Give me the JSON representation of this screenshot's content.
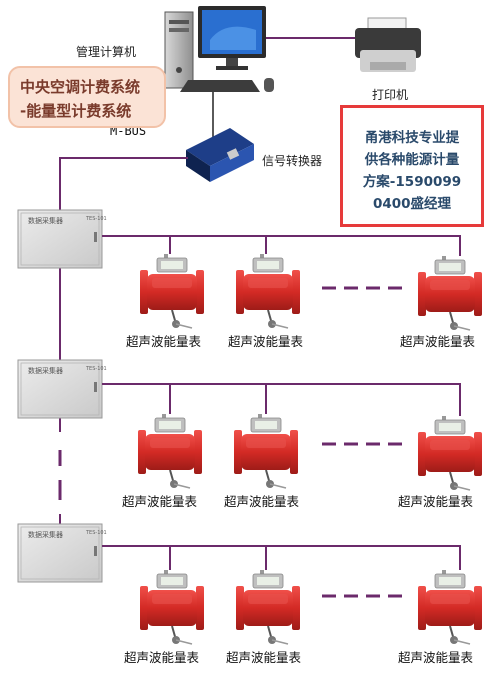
{
  "labels": {
    "computer": "管理计算机",
    "printer": "打印机",
    "converter": "信号转换器",
    "mbus": "M-BUS"
  },
  "callout": {
    "line1": "中央空调计费系统",
    "line2": "-能量型计费系统"
  },
  "ad": {
    "line1": "甬港科技专业提",
    "line2": "供各种能源计量",
    "line3": "方案-1590099",
    "line4": "0400盛经理"
  },
  "collector": {
    "title": "数据采集器",
    "tag": "TES-101"
  },
  "meter_label": "超声波能量表",
  "colors": {
    "bus_line": "#6b2a6b",
    "meter_body": "#d9302b",
    "collector_body": "#d8d8d8",
    "ad_border": "#e63a3a",
    "callout_fill": "#fbe3d6"
  }
}
